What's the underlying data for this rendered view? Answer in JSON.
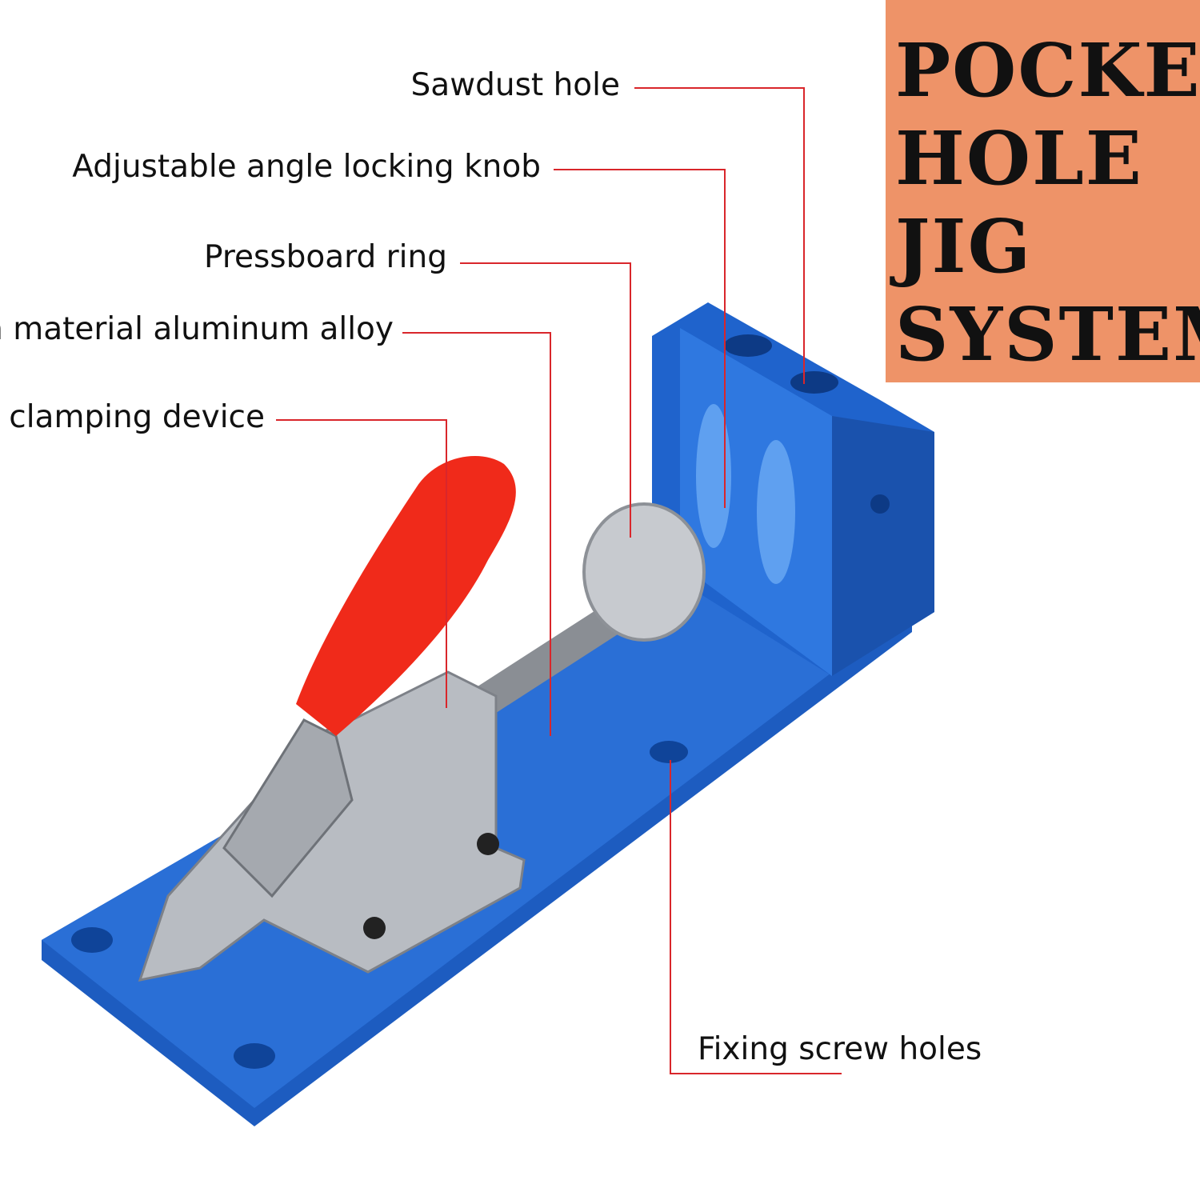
{
  "title": {
    "lines": [
      "POCKET",
      "HOLE",
      "JIG",
      "SYSTEM"
    ],
    "background": "#ee9368"
  },
  "callouts": [
    {
      "label": "Sawdust hole"
    },
    {
      "label": "Adjustable angle locking knob"
    },
    {
      "label": "Pressboard ring"
    },
    {
      "label": "in material aluminum alloy"
    },
    {
      "label": "k clamping device"
    },
    {
      "label": "Fixing screw holes"
    }
  ],
  "colors": {
    "leader_line": "#d9262b",
    "jig_body": "#1f5fc4",
    "handle": "#f02a1a",
    "metal": "#b8bcc2"
  }
}
